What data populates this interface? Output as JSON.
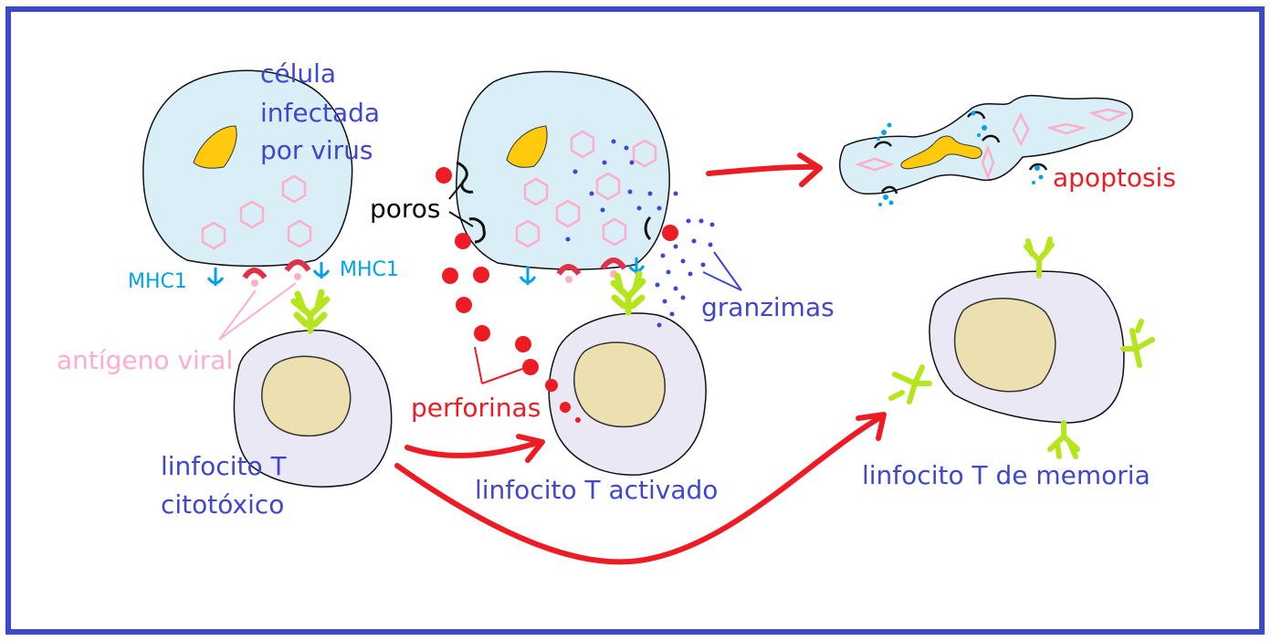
{
  "colors": {
    "frame": "#3f48cc",
    "label_blue": "#3f48cc",
    "label_red": "#ed1c24",
    "label_pink": "#ffaec9",
    "label_cyan": "#00a2e8",
    "cell_fill": "#d9eef7",
    "lymph_fill": "#ebe8f5",
    "nucleus_fill": "#ede0b0",
    "virus_core": "#ffc90e",
    "receptor_green": "#b5e61d"
  },
  "labels": {
    "infected_cell": [
      "célula",
      "infectada",
      "por virus"
    ],
    "mhc_left": "MHC1",
    "mhc_right": "MHC1",
    "viral_antigen": "antígeno viral",
    "cytotoxic_t": [
      "linfocito T",
      "citotóxico"
    ],
    "pores": "poros",
    "perforins": "perforinas",
    "granzymes": "granzimas",
    "activated_t": "linfocito T activado",
    "apoptosis": "apoptosis",
    "memory_t": "linfocito T de memoria"
  }
}
